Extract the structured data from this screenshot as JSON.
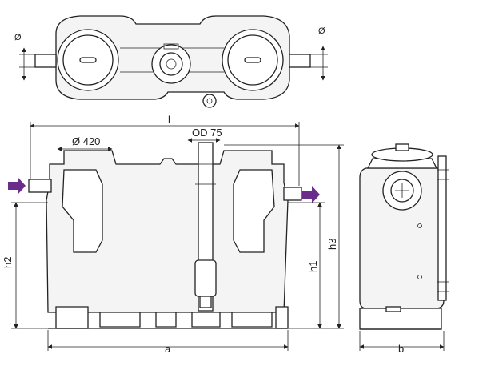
{
  "drawing": {
    "top_view": {
      "diameter_left": "Ø",
      "diameter_right": "Ø"
    },
    "side_view": {
      "length": "l",
      "cover_diameter": "Ø 420",
      "pipe_od": "OD 75",
      "height_h2": "h2",
      "height_h1": "h1",
      "height_h3": "h3",
      "width_a": "a"
    },
    "end_view": {
      "width_b": "b"
    },
    "colors": {
      "flow_arrow": "#6a2d8c",
      "line": "#222222"
    },
    "icons": [
      "inlet-arrow-icon",
      "outlet-arrow-icon"
    ]
  }
}
